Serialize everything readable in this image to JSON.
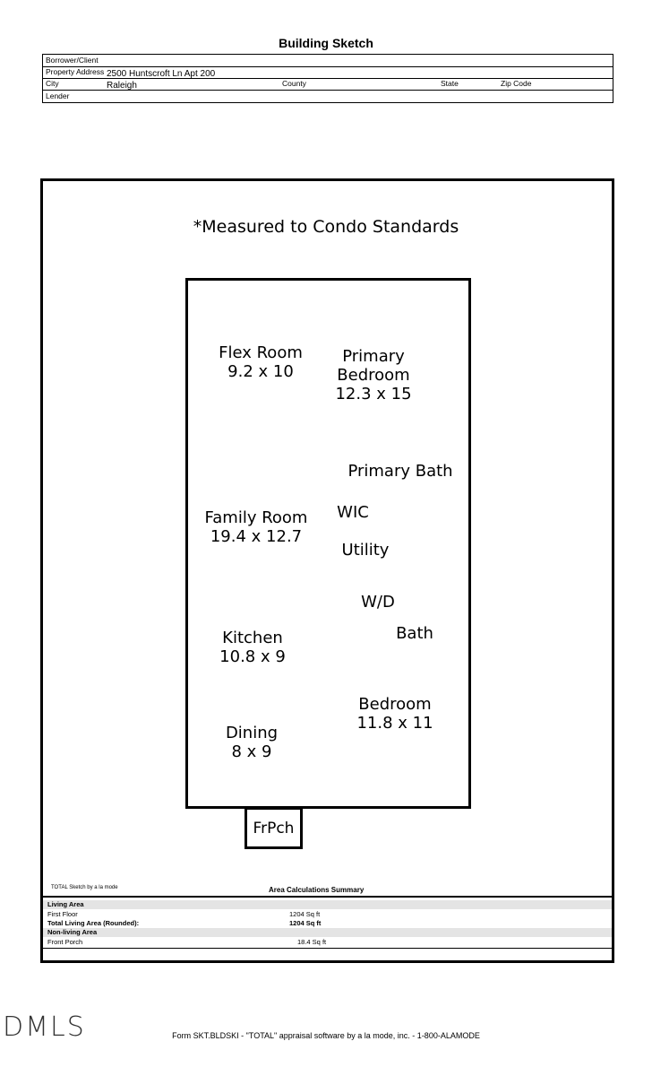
{
  "title": "Building Sketch",
  "header": {
    "borrower_label": "Borrower/Client",
    "address_label": "Property Address",
    "address_value": "2500 Huntscroft Ln Apt 200",
    "city_label": "City",
    "city_value": "Raleigh",
    "county_label": "County",
    "state_label": "State",
    "zip_label": "Zip Code",
    "lender_label": "Lender"
  },
  "sketch": {
    "note": "*Measured to Condo Standards",
    "rooms": {
      "flex": {
        "name": "Flex Room",
        "dims": "9.2 x 10"
      },
      "primary_bedroom": {
        "name1": "Primary",
        "name2": "Bedroom",
        "dims": "12.3 x 15"
      },
      "primary_bath": {
        "name": "Primary Bath"
      },
      "family": {
        "name": "Family Room",
        "dims": "19.4 x 12.7"
      },
      "wic": {
        "name": "WIC"
      },
      "utility": {
        "name": "Utility"
      },
      "wd": {
        "name": "W/D"
      },
      "kitchen": {
        "name": "Kitchen",
        "dims": "10.8 x 9"
      },
      "bath": {
        "name": "Bath"
      },
      "bedroom": {
        "name": "Bedroom",
        "dims": "11.8 x 11"
      },
      "dining": {
        "name": "Dining",
        "dims": "8 x 9"
      },
      "porch": {
        "name": "FrPch"
      }
    }
  },
  "summary": {
    "credit": "TOTAL Sketch by a la mode",
    "title": "Area Calculations Summary",
    "living_area_label": "Living Area",
    "first_floor_label": "First Floor",
    "first_floor_value": "1204 Sq ft",
    "total_label": "Total Living Area (Rounded):",
    "total_value": "1204 Sq ft",
    "nonliving_label": "Non-living Area",
    "porch_label": "Front Porch",
    "porch_value": "18.4 Sq ft"
  },
  "logo_text": "DMLS",
  "footer": "Form SKT.BLDSKI - \"TOTAL\" appraisal software by a la mode, inc. - 1-800-ALAMODE"
}
